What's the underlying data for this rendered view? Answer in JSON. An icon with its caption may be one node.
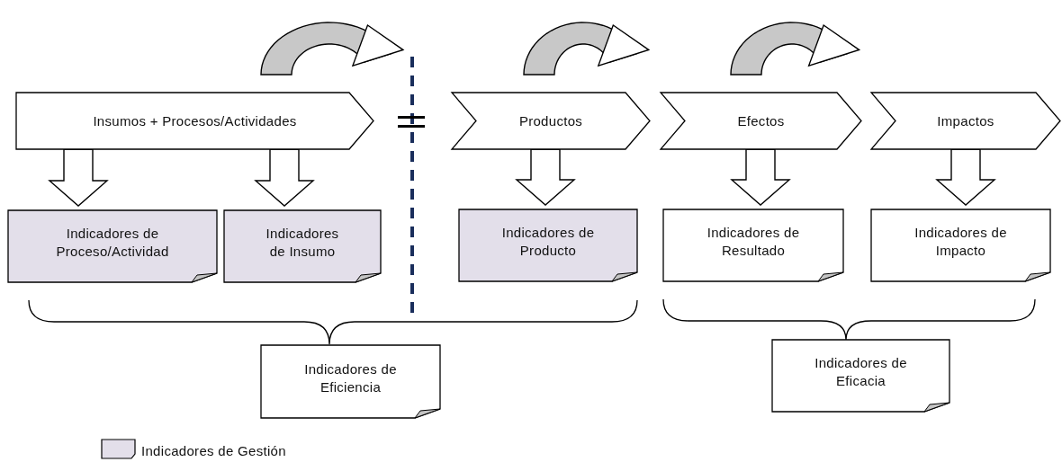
{
  "diagram": {
    "nodes": [
      {
        "text": [
          "Insumos + Procesos/Actividades"
        ]
      },
      {
        "text": [
          "Productos"
        ]
      },
      {
        "text": [
          "Efectos"
        ]
      },
      {
        "text": [
          "Impactos"
        ]
      },
      {
        "text": [
          "Indicadores de Proceso/Actividad"
        ]
      },
      {
        "text": [
          "Indicadores de Insumo"
        ]
      },
      {
        "text": [
          "Indicadores de Producto"
        ]
      },
      {
        "text": [
          "Indicadores de Resultado"
        ]
      },
      {
        "text": [
          "Indicadores de Impacto"
        ]
      },
      {
        "text": [
          "Indicadores de Eficiencia"
        ]
      },
      {
        "text": [
          "Indicadores de Eficacia"
        ]
      }
    ],
    "edges": [
      {
        "from": 0,
        "to": 1,
        "arrow": "to",
        "style": "thick",
        "color": "#c8c8c8"
      },
      {
        "from": 1,
        "to": 2,
        "arrow": "to",
        "style": "thick",
        "color": "#c8c8c8"
      },
      {
        "from": 2,
        "to": 3,
        "arrow": "to",
        "style": "thick",
        "color": "#c8c8c8"
      },
      {
        "from": 0,
        "to": 4,
        "arrow": "to",
        "style": "thick"
      },
      {
        "from": 0,
        "to": 5,
        "arrow": "to",
        "style": "thick"
      },
      {
        "from": 1,
        "to": 6,
        "arrow": "to",
        "style": "thick"
      },
      {
        "from": 2,
        "to": 7,
        "arrow": "to",
        "style": "thick"
      },
      {
        "from": 3,
        "to": 8,
        "arrow": "to",
        "style": "thick"
      }
    ],
    "legend": [
      {
        "text": "Indicadores de Gestión",
        "color": "#e3dfea"
      }
    ]
  }
}
